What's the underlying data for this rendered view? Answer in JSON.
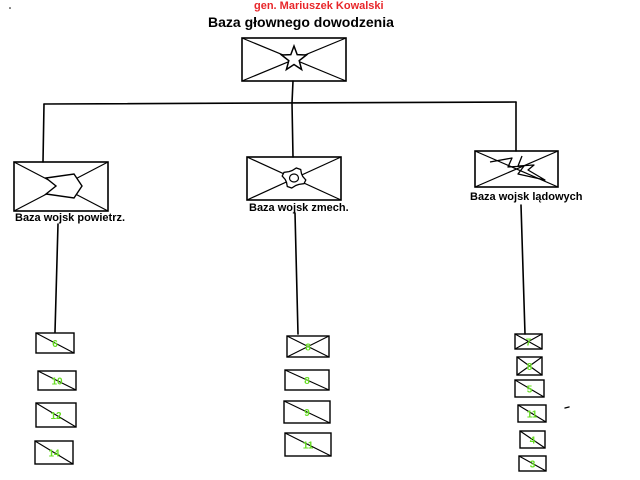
{
  "commander": "gen. Mariuszek Kowalski",
  "title": "Baza głownego dowodzenia",
  "colors": {
    "commander": "#e8262a",
    "numbers": "#66dd22",
    "lines": "#000000"
  },
  "hq_symbol": "star-icon",
  "branches": [
    {
      "label": "Baza wojsk powietrz.",
      "symbol": "aviation-chevron-icon",
      "units": [
        "6",
        "10",
        "12",
        "14"
      ]
    },
    {
      "label": "Baza wojsk zmech.",
      "symbol": "gear-icon",
      "units": [
        "8",
        "8",
        "9",
        "11"
      ]
    },
    {
      "label": "Baza wojsk lądowych",
      "symbol": "lightning-icon",
      "units": [
        "7",
        "8",
        "5",
        "11",
        "4",
        "3"
      ]
    }
  ]
}
